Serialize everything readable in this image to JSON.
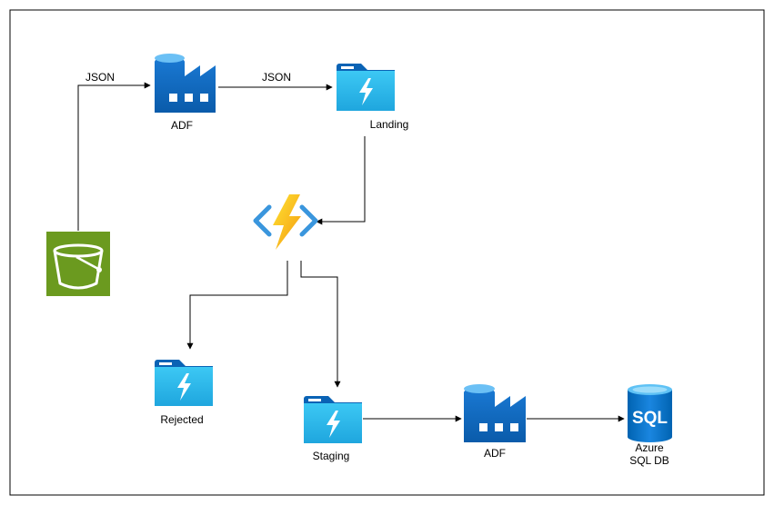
{
  "diagram": {
    "edges": {
      "bucket_to_adf": "JSON",
      "adf_to_landing": "JSON"
    },
    "nodes": {
      "bucket": "",
      "adf_top": "ADF",
      "landing": "Landing",
      "function": "",
      "rejected": "Rejected",
      "staging": "Staging",
      "adf_bottom": "ADF",
      "sql_line1": "Azure",
      "sql_line2": "SQL DB",
      "sql_icon_text": "SQL"
    }
  },
  "colors": {
    "bucket_green": "#6B9A1F",
    "azure_blue": "#0078D4",
    "folder_cyan": "#32BFF0",
    "function_yellow": "#FCD116",
    "function_orange": "#F7A21B",
    "bracket_blue": "#3A96DD"
  }
}
